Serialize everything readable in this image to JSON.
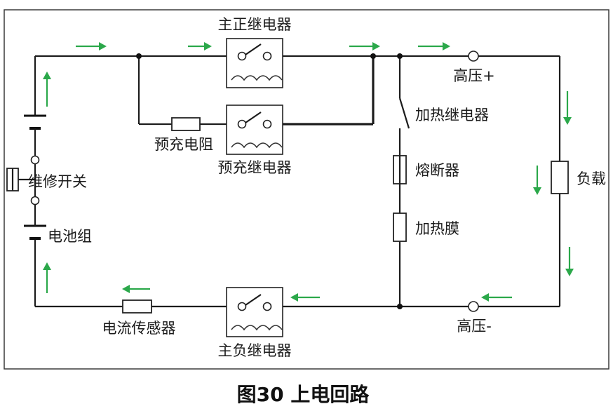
{
  "labels": {
    "main_positive_relay": "主正继电器",
    "precharge_resistor": "预充电阻",
    "precharge_relay": "预充继电器",
    "heating_relay": "加热继电器",
    "fuse": "熔断器",
    "heating_film": "加热膜",
    "hv_positive": "高压+",
    "hv_negative": "高压-",
    "load": "负载",
    "service_switch": "维修开关",
    "battery_pack": "电池组",
    "current_sensor": "电流传感器",
    "main_negative_relay": "主负继电器"
  },
  "caption": "图30 上电回路",
  "colors": {
    "arrow": "#2ba84a",
    "wire": "#1c1c1c",
    "frame": "#3a3a3a"
  }
}
